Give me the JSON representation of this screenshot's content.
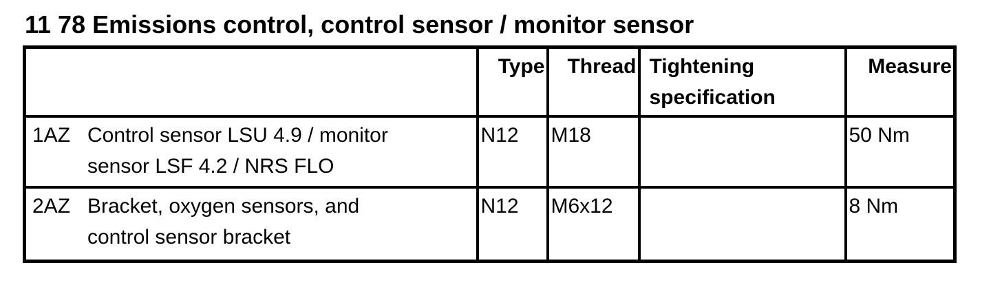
{
  "page": {
    "title": "11 78 Emissions control, control sensor / monitor sensor"
  },
  "table": {
    "header": {
      "item": "",
      "type": "Type",
      "thread": "Thread",
      "tightening": "Tightening\nspecification",
      "measure": "Measure"
    },
    "rows": [
      {
        "id": "1AZ",
        "description": "Control sensor LSU 4.9 / monitor\nsensor LSF 4.2 / NRS FLO",
        "type": "N12",
        "thread": "M18",
        "tightening": "",
        "measure": "50 Nm"
      },
      {
        "id": "2AZ",
        "description": "Bracket, oxygen sensors, and\ncontrol sensor bracket",
        "type": "N12",
        "thread": "M6x12",
        "tightening": "",
        "measure": "8 Nm"
      }
    ]
  }
}
